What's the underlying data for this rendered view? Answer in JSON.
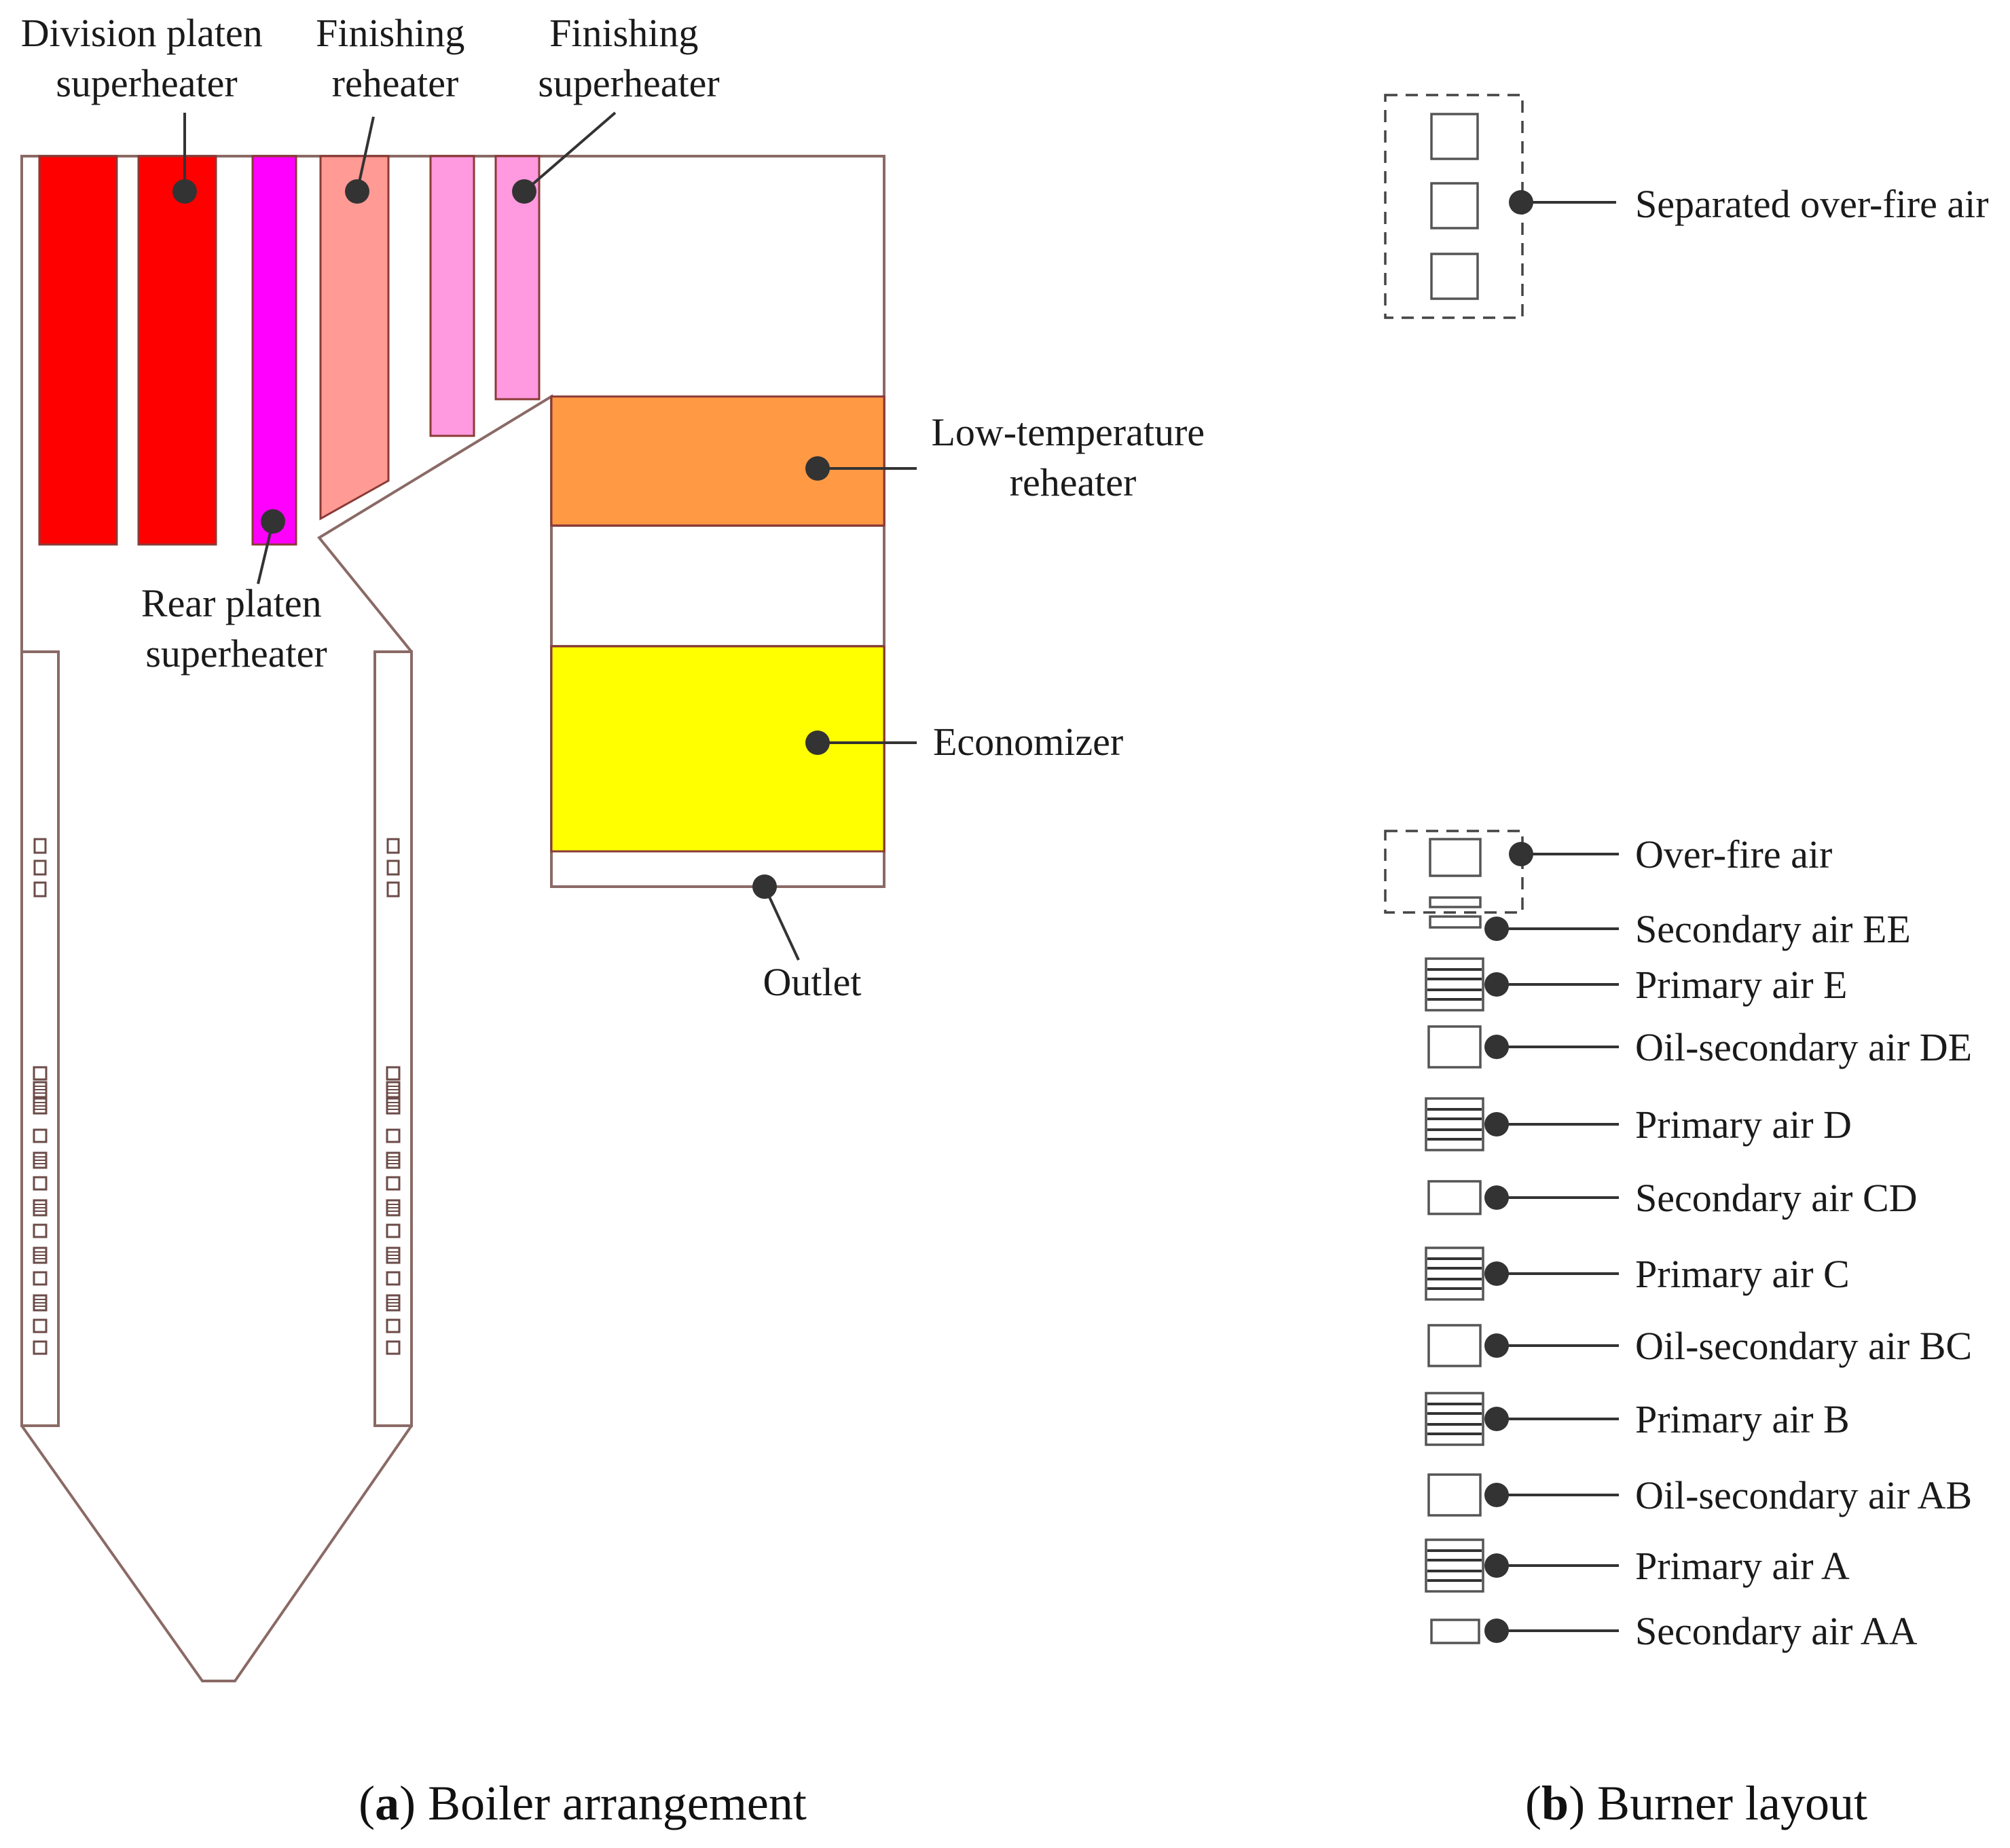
{
  "colors": {
    "division_platen": "#ff0000",
    "rear_platen": "#ff00ff",
    "finishing_reheater": "#ff9a94",
    "finishing_superheater": "#ff99e0",
    "low_temperature_reheater": "#ff9944",
    "economizer": "#ffff00"
  },
  "boiler": {
    "division_platen": [
      "Division platen",
      "superheater"
    ],
    "finishing_reheater": [
      "Finishing",
      "reheater"
    ],
    "finishing_superheater": [
      "Finishing",
      "superheater"
    ],
    "rear_platen": [
      "Rear platen",
      "superheater"
    ],
    "low_temp_reheater": [
      "Low-temperature",
      "reheater"
    ],
    "economizer": "Economizer",
    "outlet": "Outlet"
  },
  "burner": {
    "separated_ofa": "Separated over-fire air",
    "rows": [
      "Over-fire air",
      "Secondary air EE",
      "Primary air E",
      "Oil-secondary air DE",
      "Primary air D",
      "Secondary air CD",
      "Primary air C",
      "Oil-secondary air BC",
      "Primary air B",
      "Oil-secondary air AB",
      "Primary air A",
      "Secondary air AA"
    ]
  },
  "captions": {
    "a_letter": "a",
    "a_text": "Boiler arrangement",
    "b_letter": "b",
    "b_text": "Burner layout"
  }
}
